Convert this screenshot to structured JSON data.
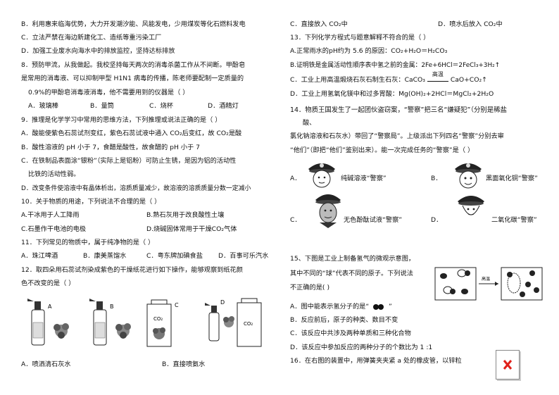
{
  "left": {
    "l1": "B．利用惠来临海优势，大力开发潮汐能、风能发电，少用煤炭等化石燃料发电",
    "l2": "C．立法严禁在海边新建化工、造纸等重污染工厂",
    "l3": "D．加强工业废水向海水中的排放监控，坚持达标排放",
    "q8a": "8．预防甲流，从我做起。我校坚持每天两次的消毒杀菌工作从不间断。甲酚皂",
    "q8b": "是常用的消毒液、可以抑制甲型 H1N1 病毒的传播，陈老师要配制一定质量的",
    "q8c": "0.9%的甲酚皂消毒液消毒，他不需要用到的仪器是（        ）",
    "q8opts": [
      "A．玻璃棒",
      "B．量筒",
      "C．烧杯",
      "D．酒精灯"
    ],
    "q9": "9．推理是化学学习中常用的思维方法，下列推理或说法正确的是（        ）",
    "q9a": "A．酸能使紫色石蕊试剂变红，紫色石蕊试液中通入 CO₂后变红，故 CO₂是酸",
    "q9b": "B．酸性溶液的 pH 小于 7，食醋是酸性，故食醋的 pH 小于 7",
    "q9c1": "C．在铁制品表面涂“银粉”（实际上是铝粉）可防止生锈，是因为铝的活动性",
    "q9c2": "比铁的活动性弱。",
    "q9d": "D．改变条件使溶液中有晶体析出，溶质质量减少，故溶液的溶质质量分数一定减小",
    "q10": "10．关于物质的用途，下列说法不合理的是（        ）",
    "q10a": "A.干冰用于人工降雨",
    "q10b": "B.熟石灰用于改良酸性土壤",
    "q10c": "C.石墨作干电池的电极",
    "q10d": "D.烧碱固体常用于干燥CO₂气体",
    "q11": "11．下列常见的物质中，属于纯净物的是（        ）",
    "q11opts": [
      "A．珠江啤酒",
      "B．康美蒸馏水",
      "C．粤东牌加碘食盐",
      "D．百事可乐汽水"
    ],
    "q12a": "12．取四朵用石蕊试剂染成紫色的干燥纸花进行如下操作，能够观察到纸花颜",
    "q12b": "色不改变的是（        ）",
    "fig12": {
      "a": "A",
      "b": "B",
      "c": "C",
      "d": "D",
      "co2": "CO₂"
    },
    "q12optA": "A．喷洒清石灰水",
    "q12optB": "B．直接喷氨水"
  },
  "right": {
    "r1c": "C．直接放入 CO₂中",
    "r1d": "D．喷水后放入 CO₂中",
    "q13": "13．下列化学方程式与题意解释不符合的是（        ）",
    "q13a": "A.正常雨水的pH约为 5.6 的原因：CO₂+H₂O＝H₂CO₃",
    "q13b": "B.证明铁是金属活动性顺序表中氢之前的金属：2Fe+6HCl＝2FeCl₃+3H₂↑",
    "q13c1": "C．工业上用高温煅烧石灰石制生石灰：CaCO₃",
    "q13c_cond": "高温",
    "q13c2": "CaO+CO₂↑",
    "q13d": "D．工业上用氢氧化镁中和过多胃酸：Mg(OH)₂+2HCl＝MgCl₂+2H₂O",
    "q14a": "14．物质王国发生了一起团伙盗窃案，“警察”把三名“嫌疑犯”（分别是稀盐",
    "q14b": "酸、",
    "q14c": "氯化钠溶液和石灰水）带回了“警察局”。上级派出下列四名“警察”分别去审",
    "q14d": "“他们”（即把“他们”鉴别出来）。能一次完成任务的“警察”是（        ）",
    "q14optA_pre": "A．",
    "q14optA": "纯碱溶液“警察”",
    "q14optB_pre": "B．",
    "q14optB": "黑面氧化铜“警察”",
    "q14optC_pre": "C．",
    "q14optC": "无色酚酞试液“警察”",
    "q14optD_pre": "D．",
    "q14optD": "二氧化碳“警察”",
    "q15a": "15、下图是工业上制备氢气的微观示意图，",
    "q15b": "其中不同的“球”代表不同的原子。下列说法",
    "q15c": "不正确的是(        )",
    "q15arrow": "高温",
    "q15optA": "A．图中能表示氢分子的是“",
    "q15optA_end": "”",
    "q15optB": "B．反应前后，原子的种类、数目不变",
    "q15optC": "C．该反应中共涉及两种单质和三种化合物",
    "q15optD": "D．该反应中参加反应的两种分子的个数比为 1 :1",
    "q16": "16．在右图的装置中，用弹簧夹夹紧 a 处的橡皮管，以锌粒"
  },
  "colors": {
    "ink": "#111111",
    "cross": "#e0201a"
  }
}
